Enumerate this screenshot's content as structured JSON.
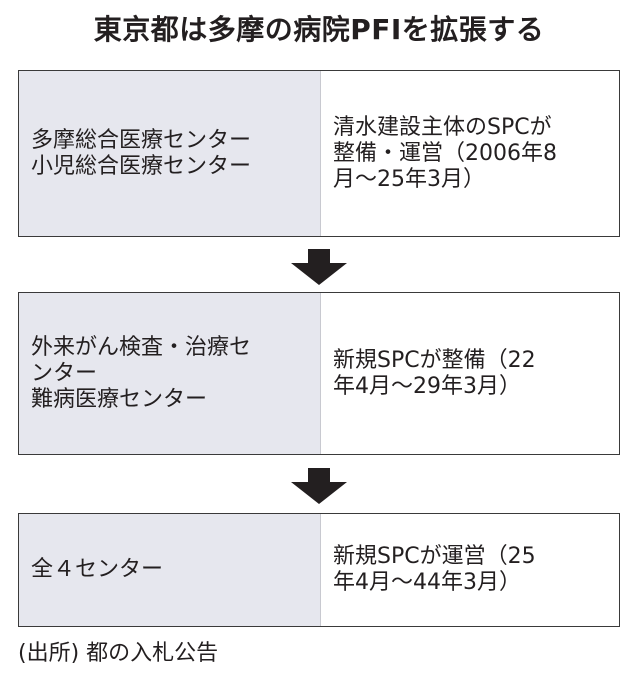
{
  "title": "東京都は多摩の病院PFIを拡張する",
  "boxes": [
    {
      "left_lines": [
        "多摩総合医療センター",
        "小児総合医療センター"
      ],
      "right_lines": [
        "清水建設主体のSPCが",
        "整備・運営（2006年8",
        "月～25年3月）"
      ]
    },
    {
      "left_lines": [
        "外来がん検査・治療セ",
        "ンター",
        "難病医療センター"
      ],
      "right_lines": [
        "新規SPCが整備（22",
        "年4月～29年3月）"
      ]
    },
    {
      "left_lines": [
        "全４センター"
      ],
      "right_lines": [
        "新規SPCが運営（25",
        "年4月～44年3月）"
      ]
    }
  ],
  "source": "(出所) 都の入札公告",
  "colors": {
    "left_panel_bg": "#e6e7ee",
    "border": "#3a3a3a",
    "arrow": "#231f20",
    "text": "#231f20"
  },
  "icons": [
    "down-arrow-icon",
    "down-arrow-icon"
  ]
}
